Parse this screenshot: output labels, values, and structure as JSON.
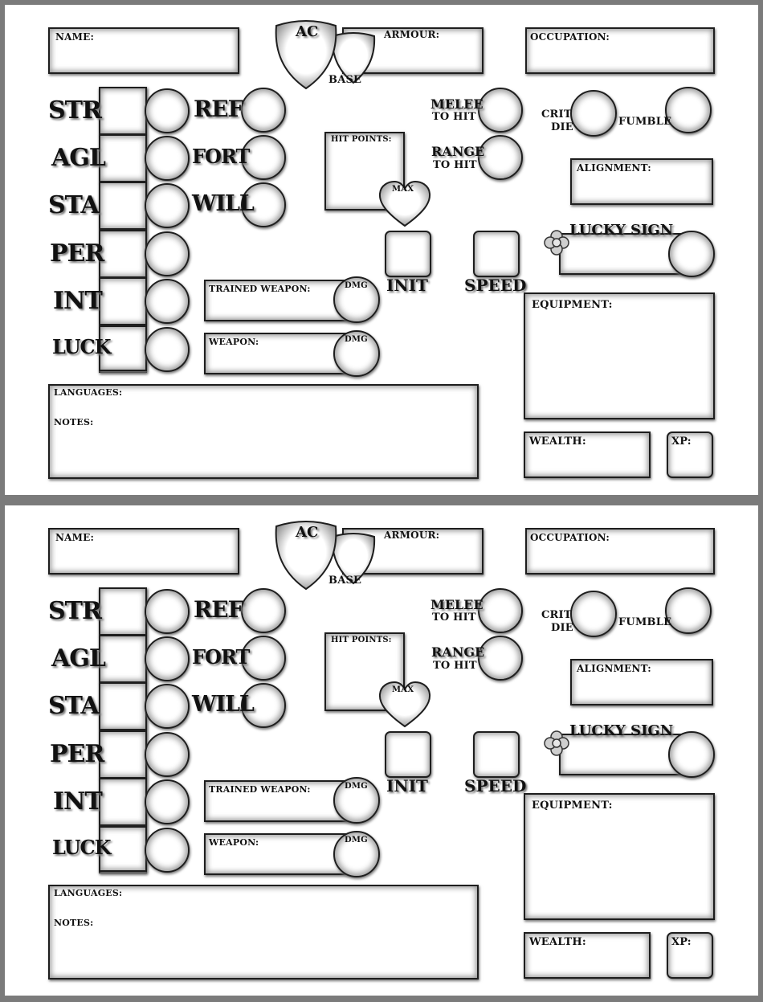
{
  "sheets": [
    {
      "name_label": "NAME:",
      "ac_label": "AC",
      "armour_label": "ARMOUR:",
      "base_label": "BASE",
      "occupation_label": "OCCUPATION:",
      "stats": [
        "STR",
        "AGL",
        "STA",
        "PER",
        "INT",
        "LUCK"
      ],
      "saves": [
        "REF",
        "FORT",
        "WILL"
      ],
      "melee_label": "MELEE",
      "range_label": "RANGE",
      "to_hit_label": "TO HIT",
      "crit_label": "CRIT",
      "die_label": "DIE",
      "fumble_label": "FUMBLE",
      "hit_points_label": "HIT POINTS:",
      "max_label": "MAX",
      "alignment_label": "ALIGNMENT:",
      "lucky_sign_label": "LUCKY SIGN",
      "init_label": "INIT",
      "speed_label": "SPEED",
      "trained_weapon_label": "TRAINED WEAPON:",
      "weapon_label": "WEAPON:",
      "dmg_label": "DMG",
      "equipment_label": "EQUIPMENT:",
      "languages_label": "LANGUAGES:",
      "notes_label": "NOTES:",
      "wealth_label": "WEALTH:",
      "xp_label": "XP:"
    },
    {
      "name_label": "NAME:",
      "ac_label": "AC",
      "armour_label": "ARMOUR:",
      "base_label": "BASE",
      "occupation_label": "OCCUPATION:",
      "stats": [
        "STR",
        "AGL",
        "STA",
        "PER",
        "INT",
        "LUCK"
      ],
      "saves": [
        "REF",
        "FORT",
        "WILL"
      ],
      "melee_label": "MELEE",
      "range_label": "RANGE",
      "to_hit_label": "TO HIT",
      "crit_label": "CRIT",
      "die_label": "DIE",
      "fumble_label": "FUMBLE",
      "hit_points_label": "HIT POINTS:",
      "max_label": "MAX",
      "alignment_label": "ALIGNMENT:",
      "lucky_sign_label": "LUCKY SIGN",
      "init_label": "INIT",
      "speed_label": "SPEED",
      "trained_weapon_label": "TRAINED WEAPON:",
      "weapon_label": "WEAPON:",
      "dmg_label": "DMG",
      "equipment_label": "EQUIPMENT:",
      "languages_label": "LANGUAGES:",
      "notes_label": "NOTES:",
      "wealth_label": "WEALTH:",
      "xp_label": "XP:"
    }
  ]
}
